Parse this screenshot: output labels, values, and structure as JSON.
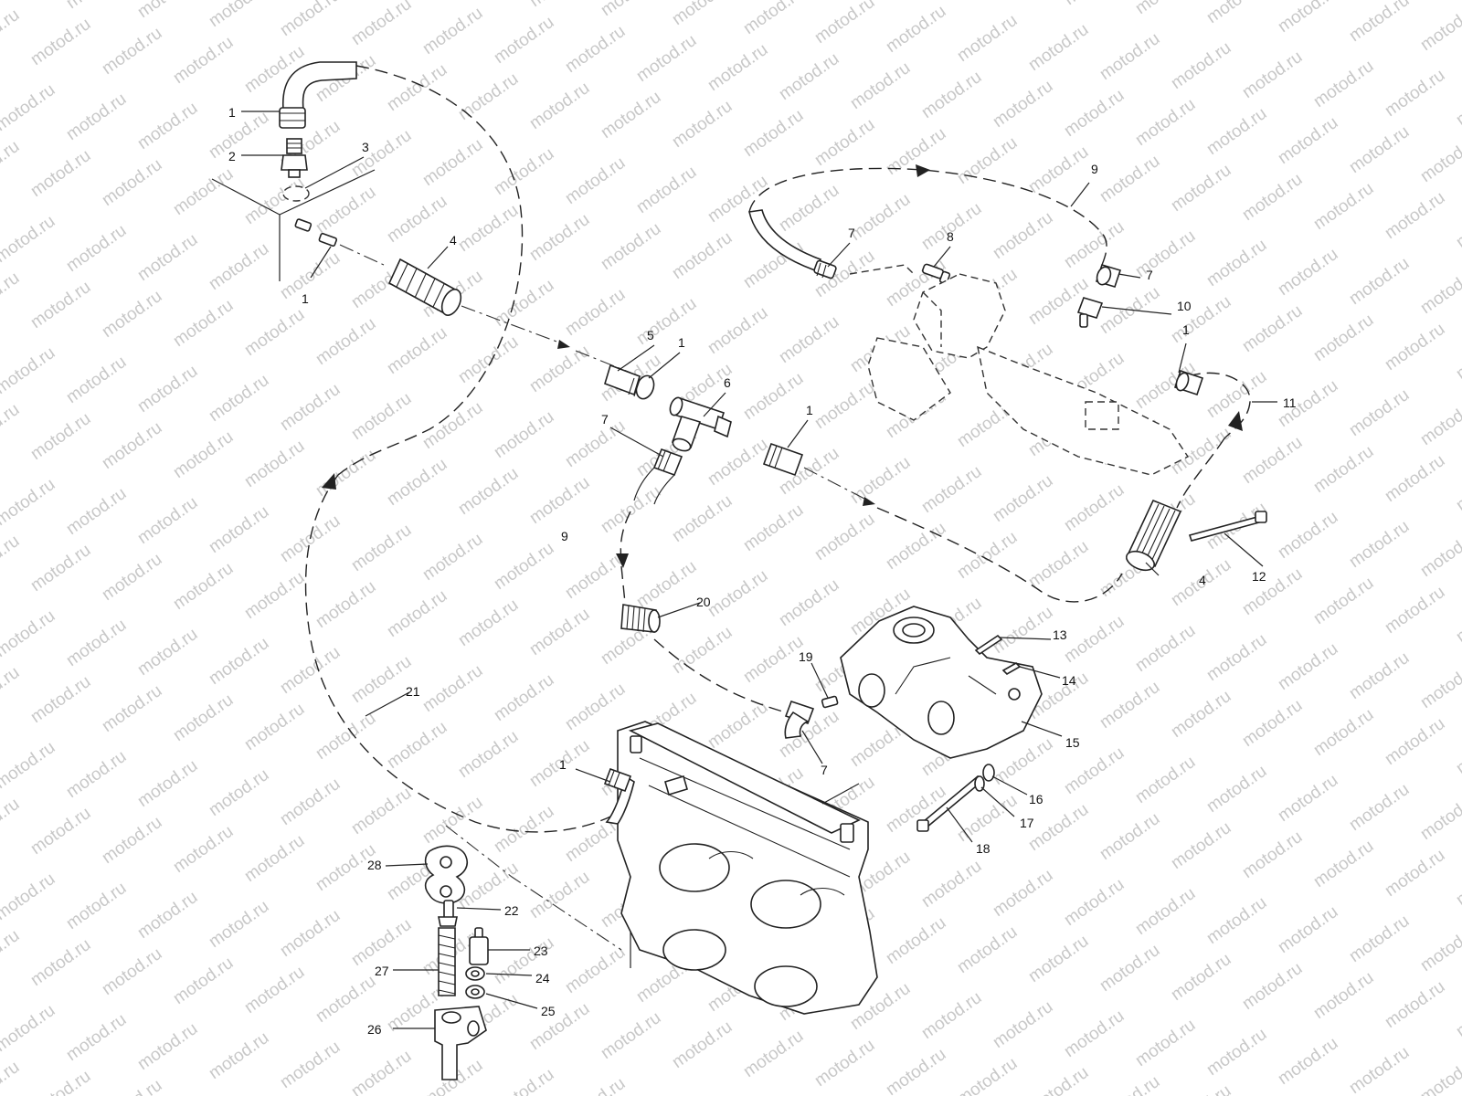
{
  "watermark": {
    "text": "motod.ru"
  },
  "diagram": {
    "callouts": [
      {
        "id": "c1a",
        "text": "1"
      },
      {
        "id": "c2",
        "text": "2"
      },
      {
        "id": "c3",
        "text": "3"
      },
      {
        "id": "c1b",
        "text": "1"
      },
      {
        "id": "c4a",
        "text": "4"
      },
      {
        "id": "c5",
        "text": "5"
      },
      {
        "id": "c1c",
        "text": "1"
      },
      {
        "id": "c6",
        "text": "6"
      },
      {
        "id": "c7a",
        "text": "7"
      },
      {
        "id": "c1d",
        "text": "1"
      },
      {
        "id": "c9a",
        "text": "9"
      },
      {
        "id": "c7b",
        "text": "7"
      },
      {
        "id": "c8",
        "text": "8"
      },
      {
        "id": "c9b",
        "text": "9"
      },
      {
        "id": "c7c",
        "text": "7"
      },
      {
        "id": "c10",
        "text": "10"
      },
      {
        "id": "c1e",
        "text": "1"
      },
      {
        "id": "c11",
        "text": "11"
      },
      {
        "id": "c4b",
        "text": "4"
      },
      {
        "id": "c12",
        "text": "12"
      },
      {
        "id": "c20",
        "text": "20"
      },
      {
        "id": "c13",
        "text": "13"
      },
      {
        "id": "c19",
        "text": "19"
      },
      {
        "id": "c14",
        "text": "14"
      },
      {
        "id": "c15",
        "text": "15"
      },
      {
        "id": "c7d",
        "text": "7"
      },
      {
        "id": "c21",
        "text": "21"
      },
      {
        "id": "c1f",
        "text": "1"
      },
      {
        "id": "c16",
        "text": "16"
      },
      {
        "id": "c17",
        "text": "17"
      },
      {
        "id": "c18",
        "text": "18"
      },
      {
        "id": "c28",
        "text": "28"
      },
      {
        "id": "c22",
        "text": "22"
      },
      {
        "id": "c23",
        "text": "23"
      },
      {
        "id": "c27",
        "text": "27"
      },
      {
        "id": "c24",
        "text": "24"
      },
      {
        "id": "c25",
        "text": "25"
      },
      {
        "id": "c26",
        "text": "26"
      }
    ]
  }
}
